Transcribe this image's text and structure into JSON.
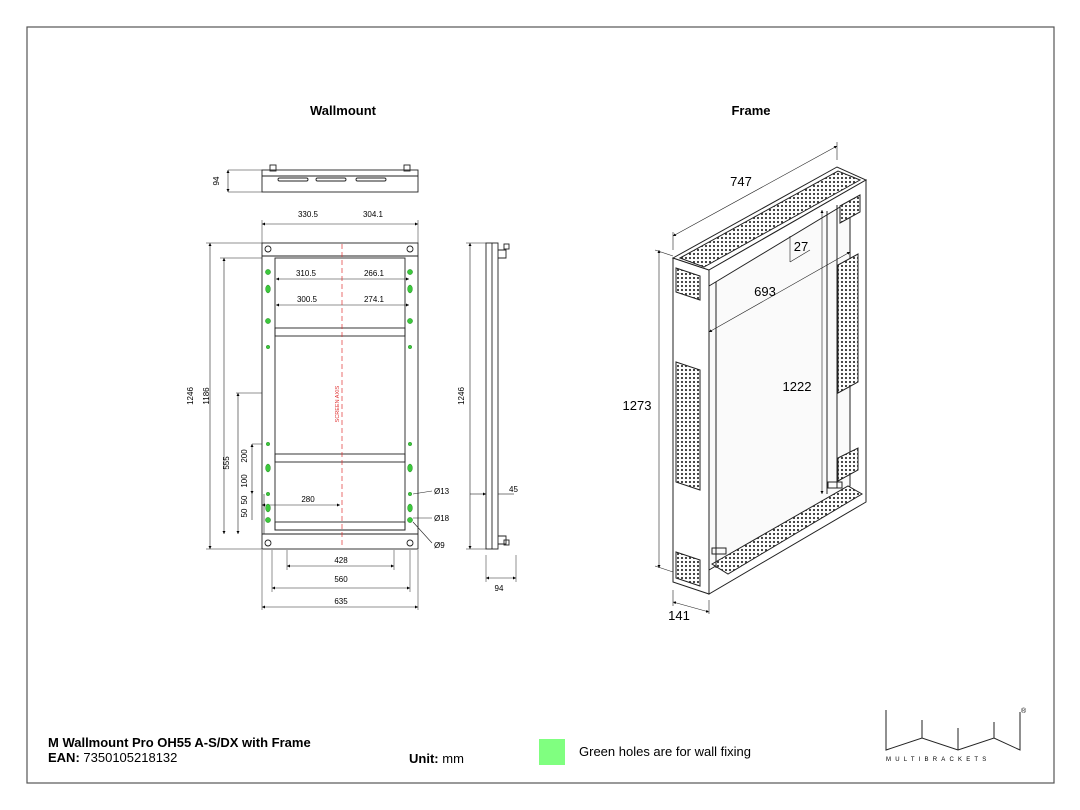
{
  "views": {
    "wallmount_title": "Wallmount",
    "frame_title": "Frame"
  },
  "wallmount_dims": {
    "top_height": "94",
    "top_left_width": "330.5",
    "top_right_width": "304.1",
    "inner_left_1": "310.5",
    "inner_right_1": "266.1",
    "inner_left_2": "300.5",
    "inner_right_2": "274.1",
    "overall_height": "1246",
    "frame_height": "1186",
    "lower_span": "555",
    "hole_spacing_200": "200",
    "hole_spacing_100": "100",
    "hole_spacing_50a": "50",
    "hole_spacing_50b": "50",
    "offset_280": "280",
    "bottom_428": "428",
    "bottom_560": "560",
    "bottom_635": "635",
    "hole_d13": "Ø13",
    "hole_d18": "Ø18",
    "hole_d9": "Ø9",
    "screen_axis": "SCREEN AXIS",
    "side_height": "1246",
    "side_depth": "94",
    "side_offset": "45"
  },
  "frame_dims": {
    "width": "747",
    "depth_top": "27",
    "inner_width": "693",
    "inner_height": "1222",
    "height": "1273",
    "depth": "141"
  },
  "title_block": {
    "product": "M Wallmount Pro OH55 A-S/DX with Frame",
    "ean_label": "EAN:",
    "ean_value": "7350105218132",
    "unit_label": "Unit:",
    "unit_value": "mm",
    "legend_text": "Green holes are for wall fixing",
    "legend_color": "#80ff80",
    "hole_color": "#3cc83c",
    "screen_axis_color": "#e03030",
    "logo_text": "MULTIBRACKETS",
    "logo_mark": "®"
  }
}
